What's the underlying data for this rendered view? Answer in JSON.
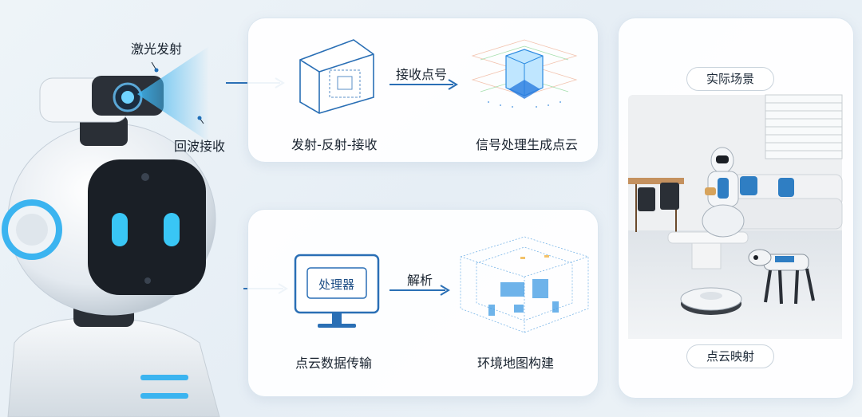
{
  "robot": {
    "emit_label": "激光发射",
    "receive_label": "回波接收"
  },
  "top_panel": {
    "step1_label": "发射-反射-接收",
    "arrow_label": "接收点号",
    "step2_label": "信号处理生成点云"
  },
  "bottom_panel": {
    "monitor_text": "处理器",
    "step1_label": "点云数据传输",
    "arrow_label": "解析",
    "step2_label": "环境地图构建"
  },
  "right_panel": {
    "top_pill": "实际场景",
    "bottom_pill": "点云映射"
  },
  "colors": {
    "accent_blue": "#1f6fb8",
    "glow_blue": "#39b6f2",
    "line_blue": "#2a6fb5"
  }
}
